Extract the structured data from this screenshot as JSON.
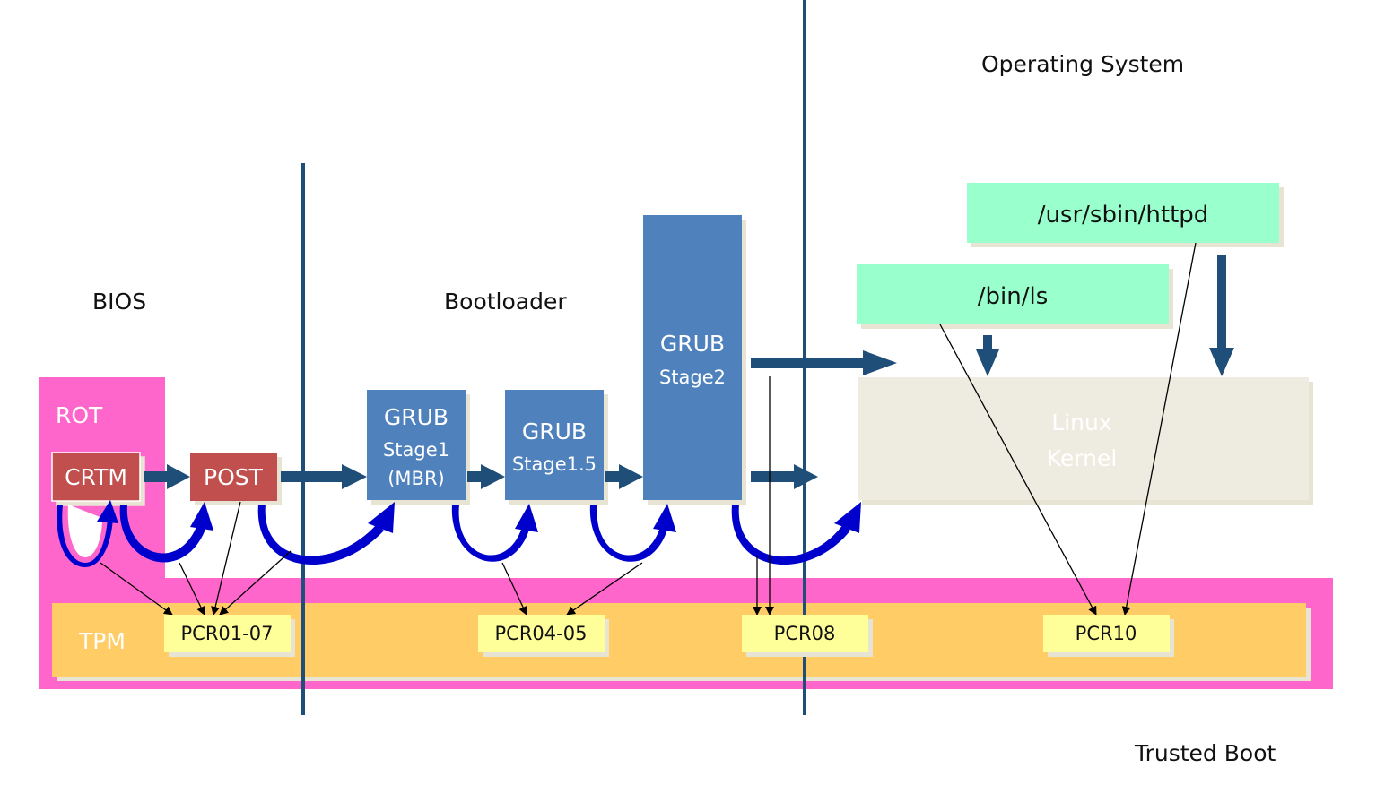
{
  "sections": {
    "bios": "BIOS",
    "bootloader": "Bootloader",
    "os": "Operating System",
    "footer": "Trusted Boot"
  },
  "regions": {
    "rot": "ROT",
    "tpm": "TPM"
  },
  "boxes": {
    "crtm": "CRTM",
    "post": "POST",
    "grub1_title": "GRUB",
    "grub1_sub1": "Stage1",
    "grub1_sub2": "(MBR)",
    "grub15_title": "GRUB",
    "grub15_sub": "Stage1.5",
    "grub2_title": "GRUB",
    "grub2_sub": "Stage2",
    "kernel_line1": "Linux",
    "kernel_line2": "Kernel",
    "httpd": "/usr/sbin/httpd",
    "ls": "/bin/ls"
  },
  "pcrs": {
    "pcr0107": "PCR01-07",
    "pcr0405": "PCR04-05",
    "pcr08": "PCR08",
    "pcr10": "PCR10"
  },
  "colors": {
    "pink": "#ff66cc",
    "tpm": "#ffcc66",
    "pcr": "#ffff99",
    "red_box": "#c0504d",
    "blue_box": "#4f81bd",
    "dark_arrow": "#1f4e79",
    "curve_arrow": "#0000cc",
    "mint": "#99ffcc",
    "kernel": "#eeebe0",
    "divider": "#1f4e79"
  }
}
